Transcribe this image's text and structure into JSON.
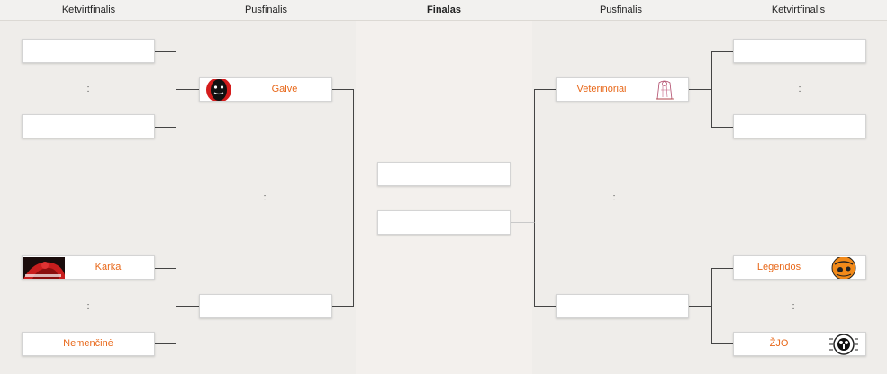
{
  "headers": {
    "qf_left": "Ketvirtfinalis",
    "sf_left": "Pusfinalis",
    "final": "Finalas",
    "sf_right": "Pusfinalis",
    "qf_right": "Ketvirtfinalis"
  },
  "separator": ":",
  "teams": {
    "galve": "Galvė",
    "karka": "Karka",
    "nemencine": "Nemenčinė",
    "veterinoriai": "Veterinoriai",
    "legendos": "Legendos",
    "zjo": "ŽJO"
  },
  "logos": {
    "galve": "bearded-face-logo",
    "karka": "karka-logo",
    "veterinoriai": "sketch-figure-logo",
    "legendos": "legendos-logo",
    "zjo": "zjo-logo"
  },
  "colors": {
    "team_name": "#e8681a",
    "background": "#efedea",
    "final_column": "#f2efec"
  }
}
